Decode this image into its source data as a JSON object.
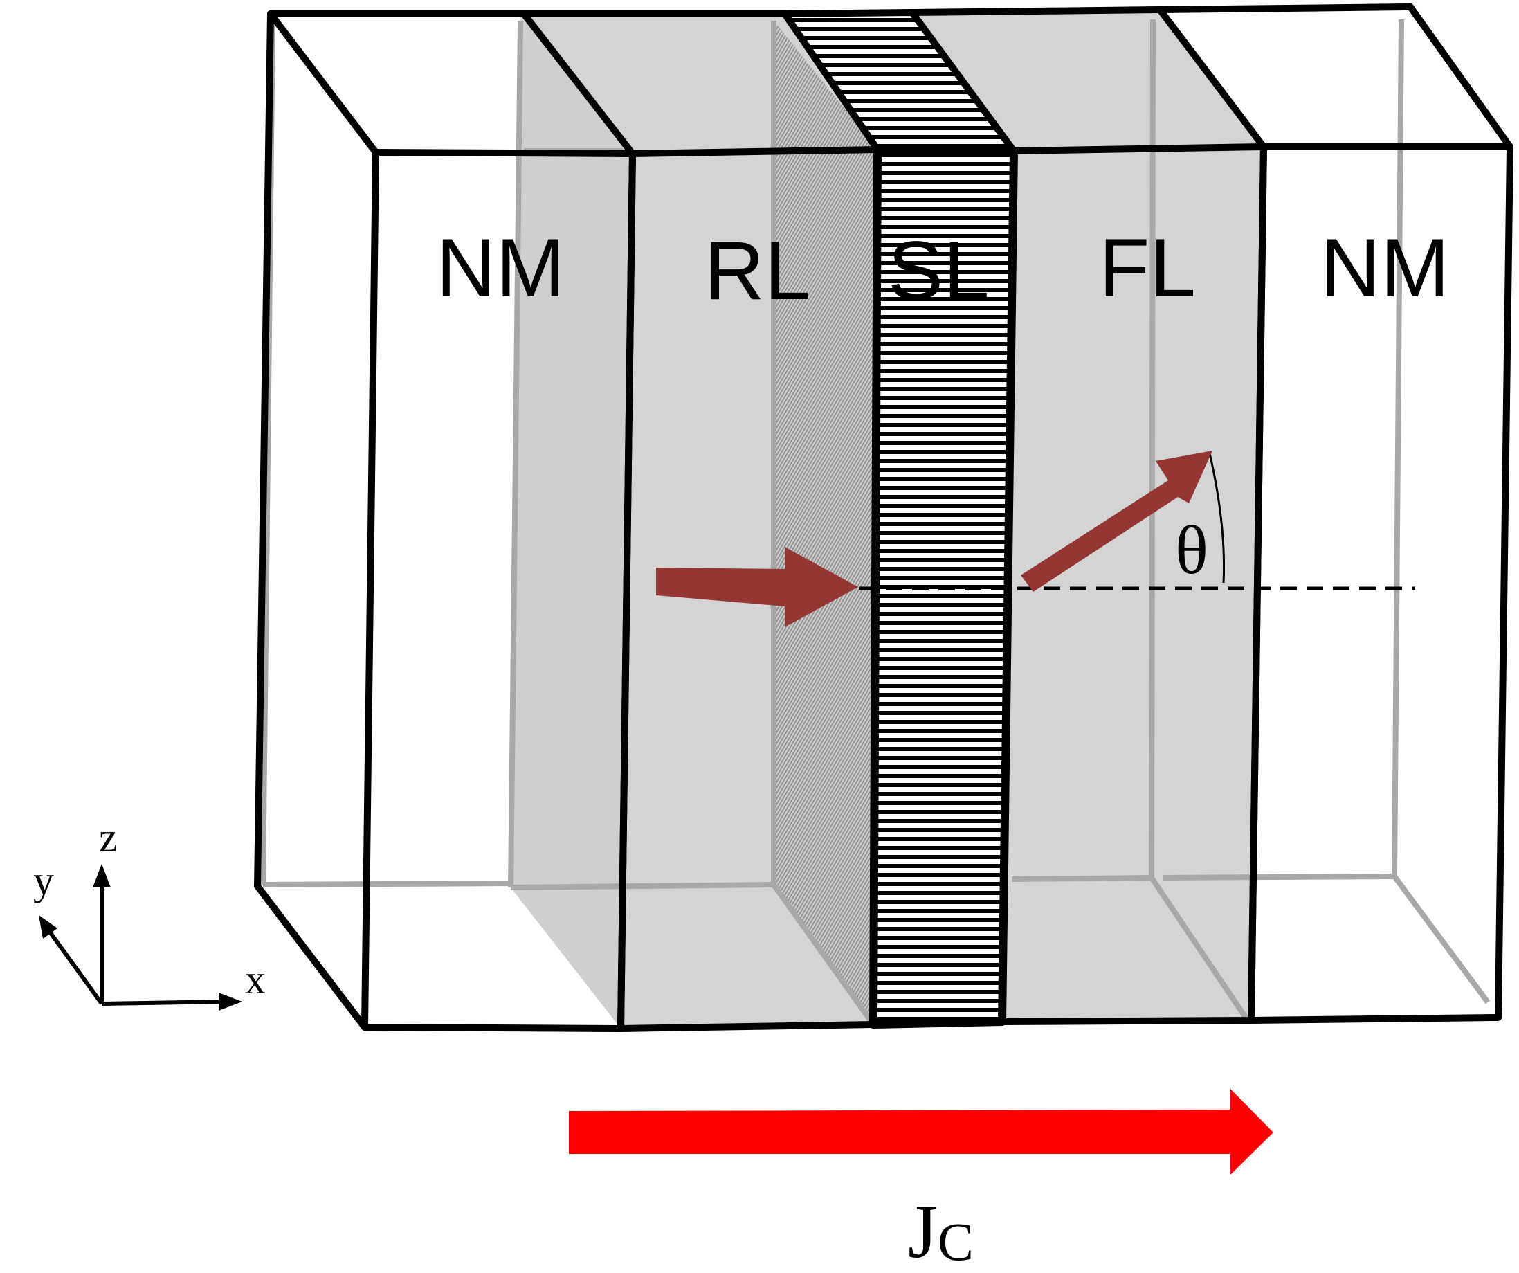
{
  "layers": [
    {
      "label": "NM"
    },
    {
      "label": "RL"
    },
    {
      "label": "SL"
    },
    {
      "label": "FL"
    },
    {
      "label": "NM"
    }
  ],
  "axes": {
    "x": "x",
    "y": "y",
    "z": "z"
  },
  "angle_label": "θ",
  "current": {
    "main": "J",
    "sub": "C"
  },
  "colors": {
    "magnetization_arrow": "#943634",
    "current_arrow": "#ff0000",
    "ferromagnet_fill": "#d4d4d4",
    "nm_fill": "#ffffff",
    "edge": "#000000",
    "back_edge": "#a8a8a8"
  }
}
